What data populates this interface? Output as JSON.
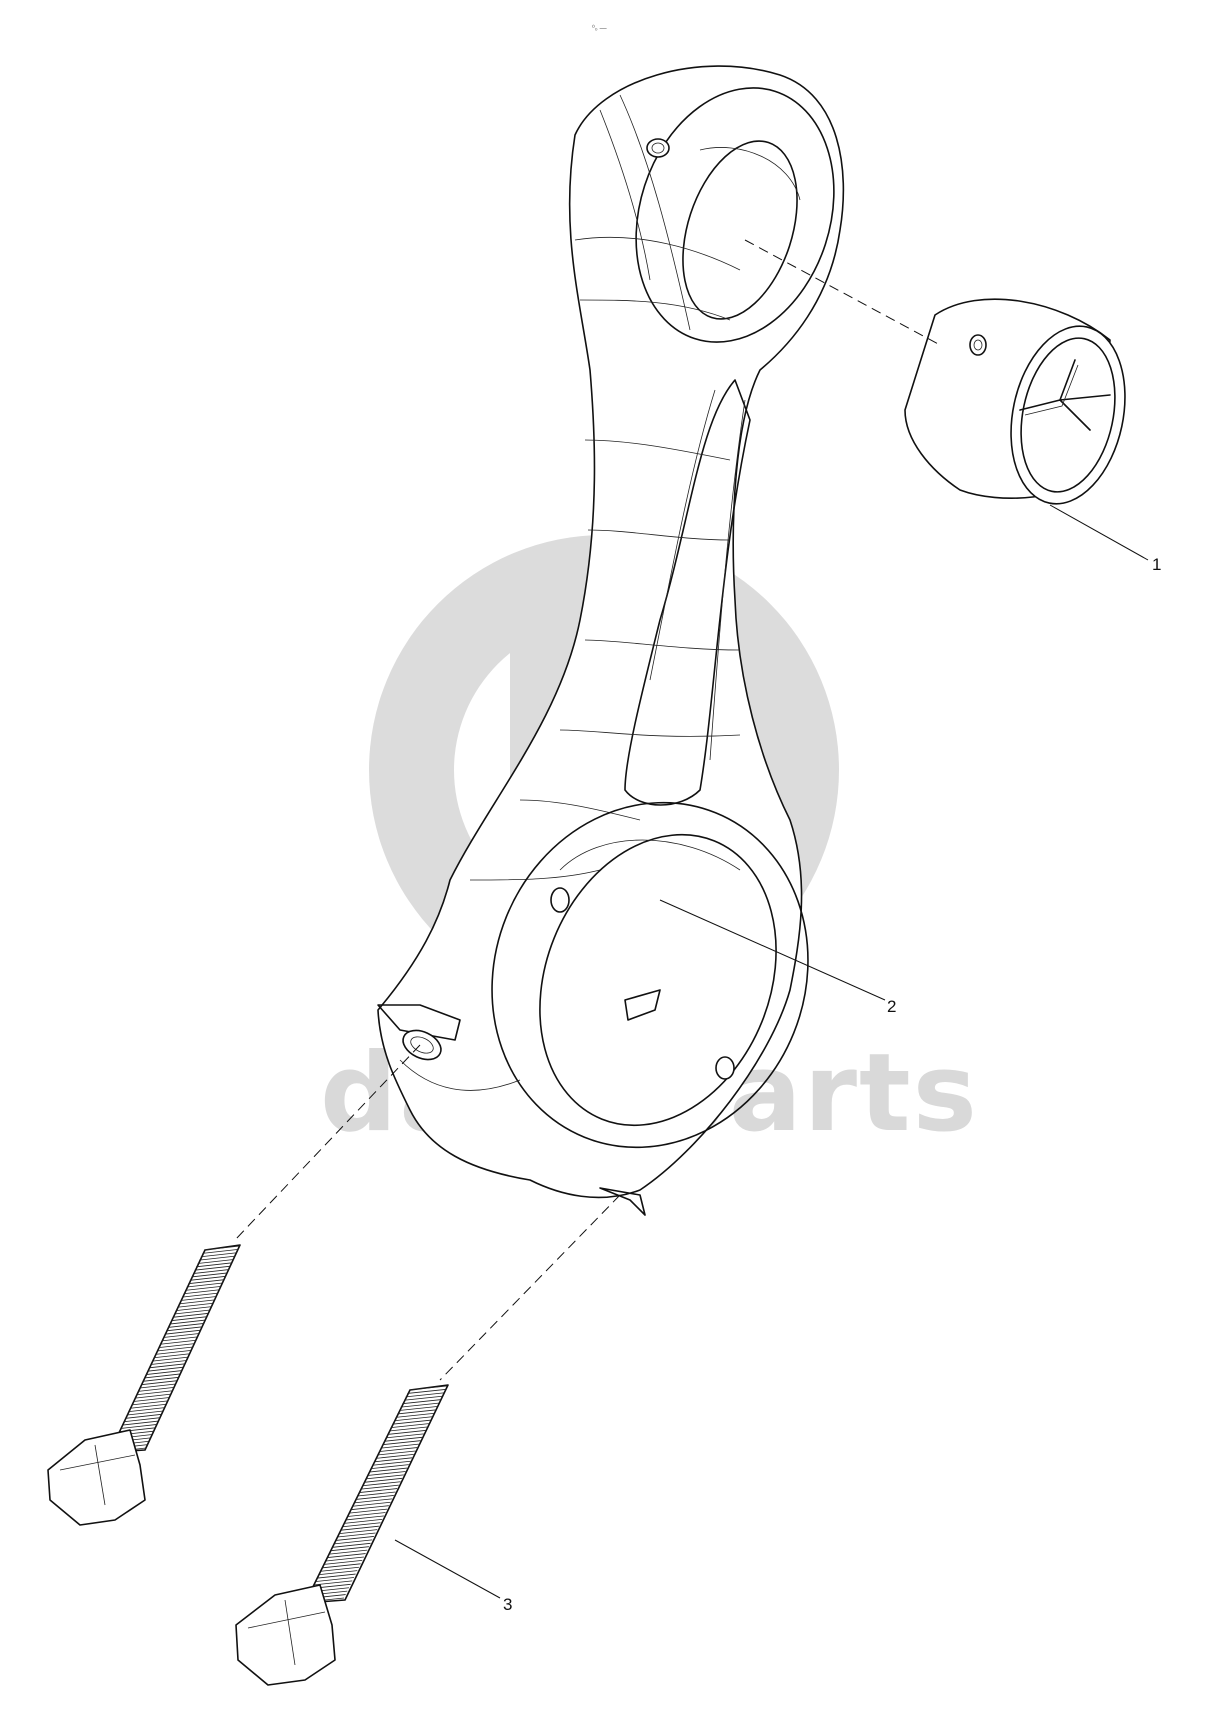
{
  "watermark": {
    "text": "data-parts",
    "color": "#d9d9d9"
  },
  "header_mark": "⁰₀ —",
  "callouts": [
    {
      "id": "1",
      "label": "1",
      "part": "bushing"
    },
    {
      "id": "2",
      "label": "2",
      "part": "connecting-rod"
    },
    {
      "id": "3",
      "label": "3",
      "part": "rod-bolt"
    }
  ]
}
